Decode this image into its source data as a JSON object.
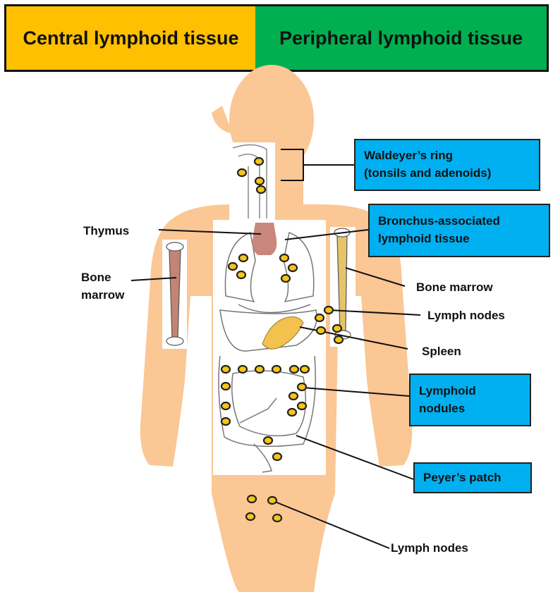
{
  "header": {
    "central": "Central lymphoid tissue",
    "peripheral": "Peripheral lymphoid tissue"
  },
  "labels": {
    "thymus": "Thymus",
    "bone_marrow_left_line1": "Bone",
    "bone_marrow_left_line2": "marrow",
    "bone_marrow_right": "Bone marrow",
    "lymph_nodes_arm": "Lymph nodes",
    "spleen": "Spleen",
    "lymph_nodes_groin": "Lymph nodes"
  },
  "boxes": {
    "waldeyer_line1": "Waldeyer’s ring",
    "waldeyer_line2": "(tonsils and adenoids)",
    "bronchus_line1": "Bronchus-associated",
    "bronchus_line2": "lymphoid tissue",
    "nodules_line1": "Lymphoid",
    "nodules_line2": "nodules",
    "peyer": "Peyer’s patch"
  },
  "colors": {
    "central": "#ffc000",
    "peripheral": "#00b050",
    "callout_box": "#00b0f0",
    "body": "#fac795",
    "thymus": "#c8877a",
    "spleen": "#f2c14e",
    "node_fill": "#f5c518"
  }
}
